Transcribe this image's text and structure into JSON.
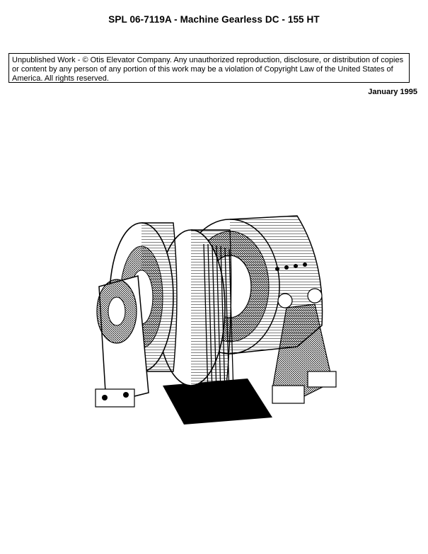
{
  "document": {
    "title": "SPL 06-7119A  -  Machine Gearless DC - 155 HT",
    "notice": "Unpublished Work - © Otis Elevator Company.  Any unauthorized reproduction, disclosure, or distribution of copies or content by any person of any portion of this work may be a violation of Copyright Law of the United States of America.  All rights reserved.",
    "date": "January 1995"
  },
  "illustration": {
    "subject": "gearless DC elevator machine line drawing",
    "colors": {
      "ink": "#000000",
      "paper": "#ffffff"
    }
  }
}
